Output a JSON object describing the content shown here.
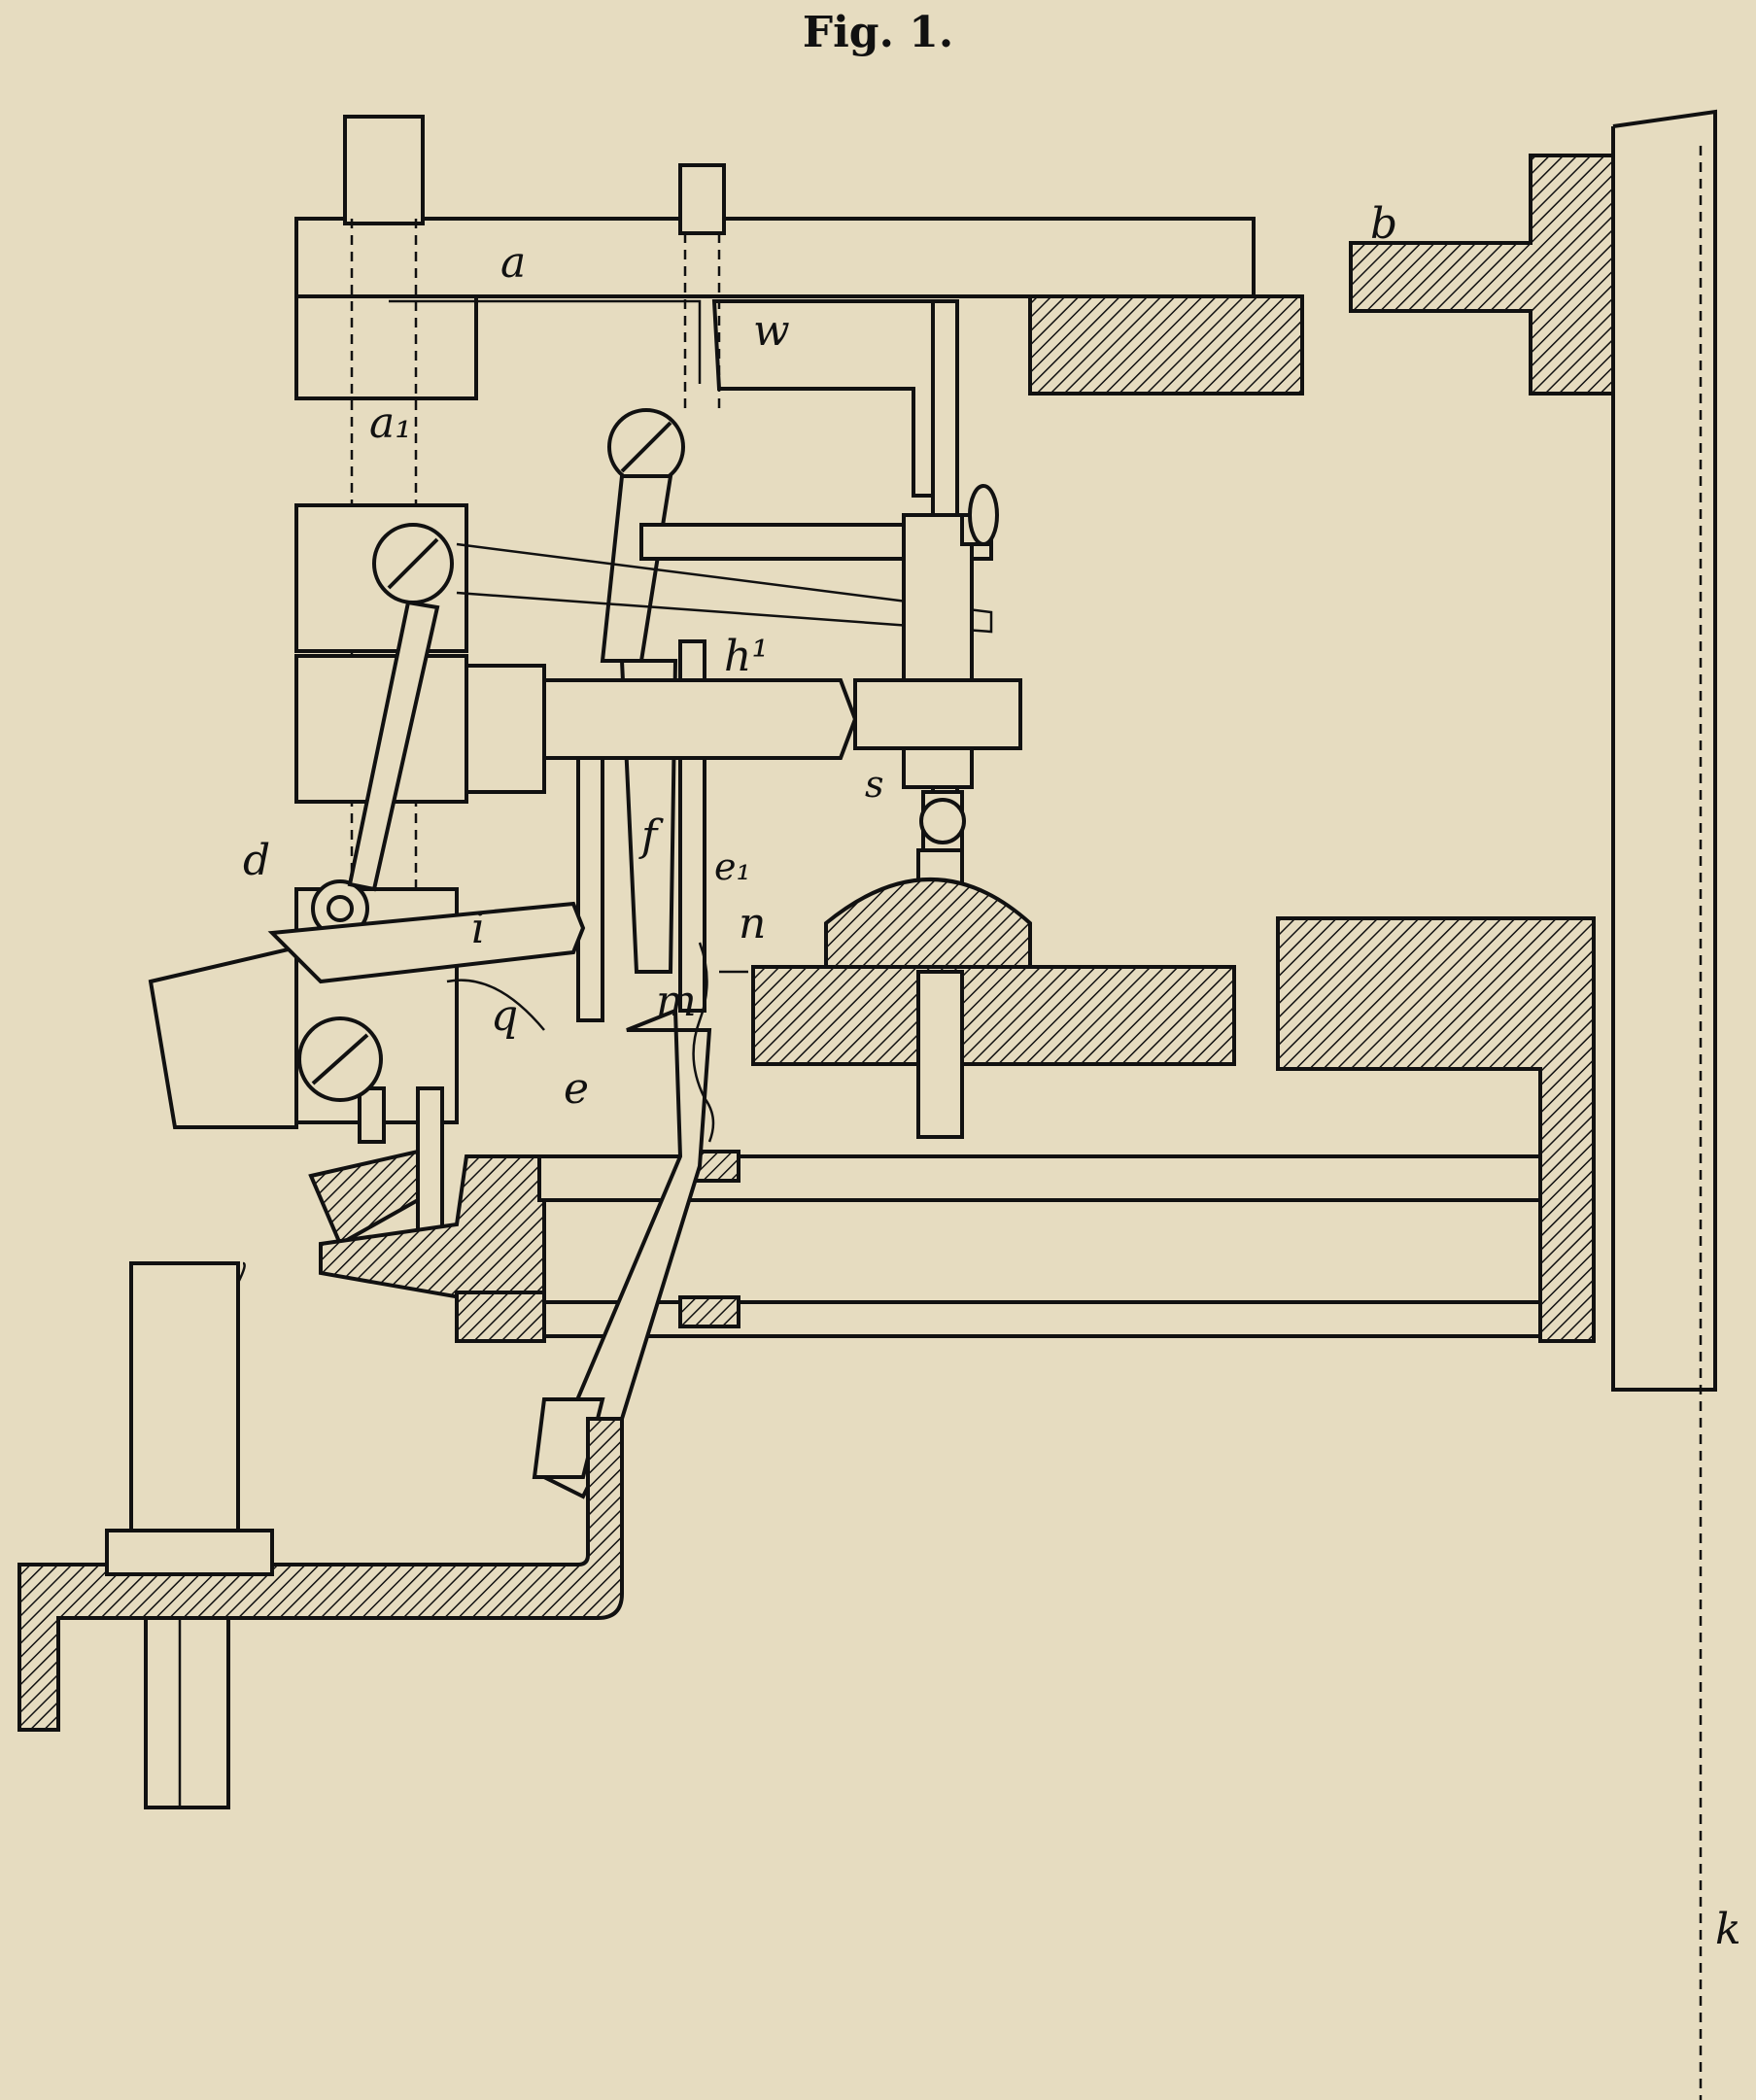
{
  "figure": {
    "title": "Fig. 1.",
    "labels": {
      "a": "a",
      "b": "b",
      "w": "w",
      "a1": "a₁",
      "h1": "h¹",
      "s": "s",
      "f": "f",
      "e1": "e₁",
      "n": "n",
      "d": "d",
      "i": "i",
      "q": "q",
      "m": "m",
      "e": "e",
      "k": "k"
    }
  }
}
